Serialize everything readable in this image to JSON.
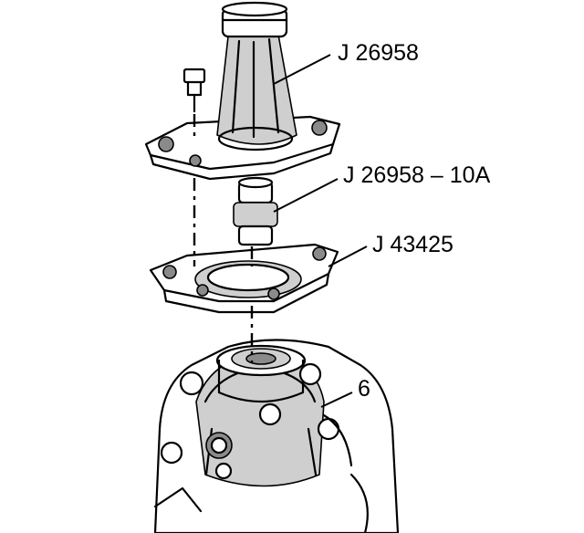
{
  "callouts": {
    "tool_main": "J 26958",
    "tool_adapter": "J 26958 – 10A",
    "tool_plate": "J 43425",
    "part_six": "6"
  },
  "colors": {
    "ink": "#000000",
    "paper": "#ffffff",
    "shade": "#cfcfcf"
  }
}
